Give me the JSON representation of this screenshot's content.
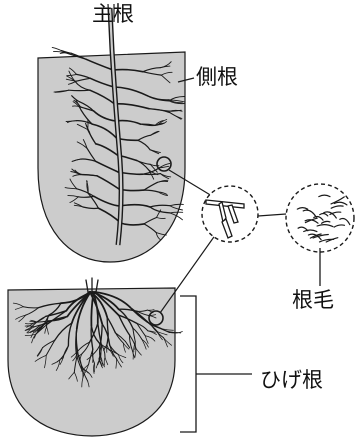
{
  "labels": {
    "main_root": "主根",
    "lateral_root": "側根",
    "root_hair": "根毛",
    "fibrous_root": "ひげ根"
  },
  "colors": {
    "soil": "#cccccc",
    "line": "#1a1a1a",
    "root_fill": "#ffffff"
  }
}
